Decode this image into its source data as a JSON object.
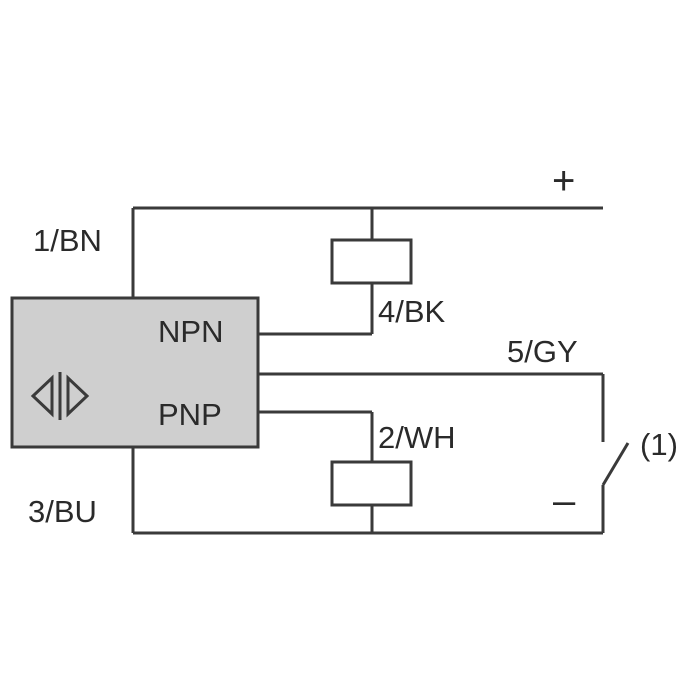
{
  "labels": {
    "supply_positive": "+",
    "supply_negative": "–",
    "pin1": "1/BN",
    "pin3": "3/BU",
    "pin4": "4/BK",
    "pin5": "5/GY",
    "pin2": "2/WH",
    "npn": "NPN",
    "pnp": "PNP",
    "note": "(1)"
  },
  "colors": {
    "sensor_fill": "#cfcfcf",
    "line": "#3a3a3a",
    "text": "#2a2a2a"
  }
}
